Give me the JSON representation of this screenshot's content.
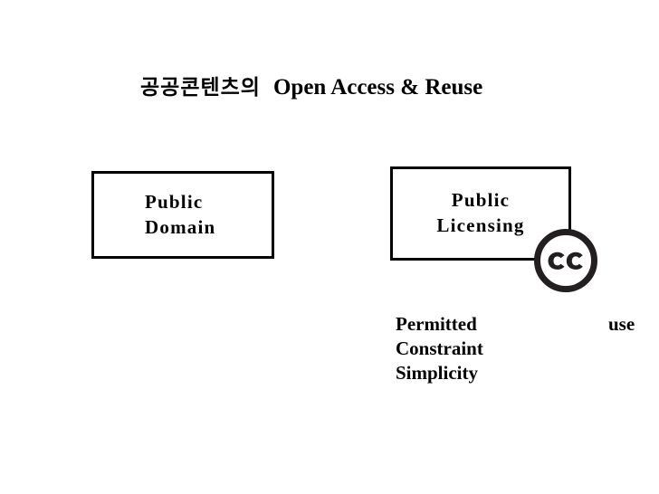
{
  "slide": {
    "background_color": "#ffffff",
    "text_color": "#000000",
    "title": {
      "korean": "공공콘텐츠의",
      "english": "Open Access & Reuse"
    },
    "boxes": [
      {
        "name": "public-domain",
        "line1": "Public",
        "line2": "Domain",
        "border_color": "#000000"
      },
      {
        "name": "public-licensing",
        "line1": "Public",
        "line2": "Licensing",
        "border_color": "#000000"
      }
    ],
    "cc_logo": {
      "label": "CC",
      "color": "#231f20"
    },
    "attributes": [
      {
        "label": "Permitted",
        "trailing": "use"
      },
      {
        "label": "Constraint",
        "trailing": ""
      },
      {
        "label": "Simplicity",
        "trailing": ""
      }
    ]
  }
}
